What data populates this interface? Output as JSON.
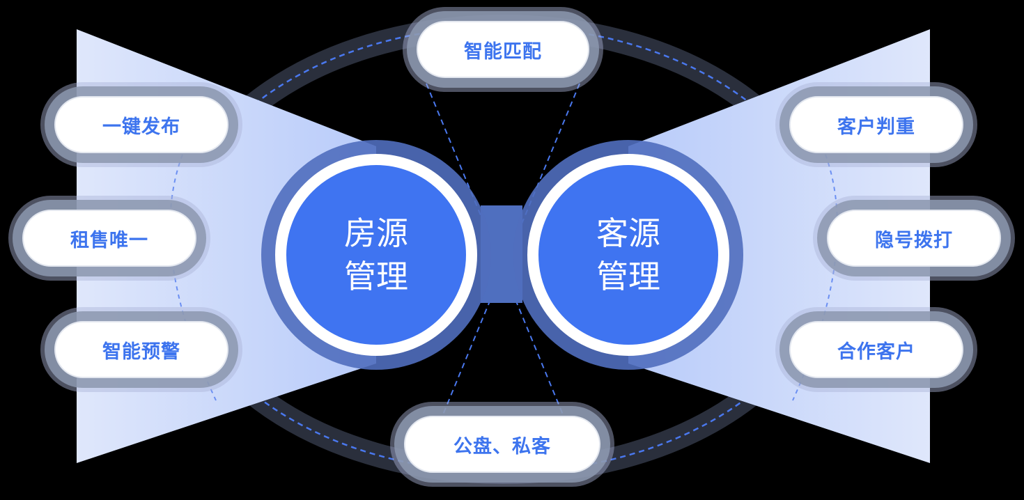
{
  "colors": {
    "accent": "#3f74f1",
    "pill_text": "#3d74ee",
    "fan": "#c8d6fb",
    "background": "#000000"
  },
  "hubs": [
    {
      "id": "listing",
      "line1": "房源",
      "line2": "管理"
    },
    {
      "id": "client",
      "line1": "客源",
      "line2": "管理"
    }
  ],
  "top": {
    "label": "智能匹配"
  },
  "bottom": {
    "label": "公盘、私客"
  },
  "left_items": [
    {
      "label": "一键发布"
    },
    {
      "label": "租售唯一"
    },
    {
      "label": "智能预警"
    }
  ],
  "right_items": [
    {
      "label": "客户判重"
    },
    {
      "label": "隐号拨打"
    },
    {
      "label": "合作客户"
    }
  ]
}
